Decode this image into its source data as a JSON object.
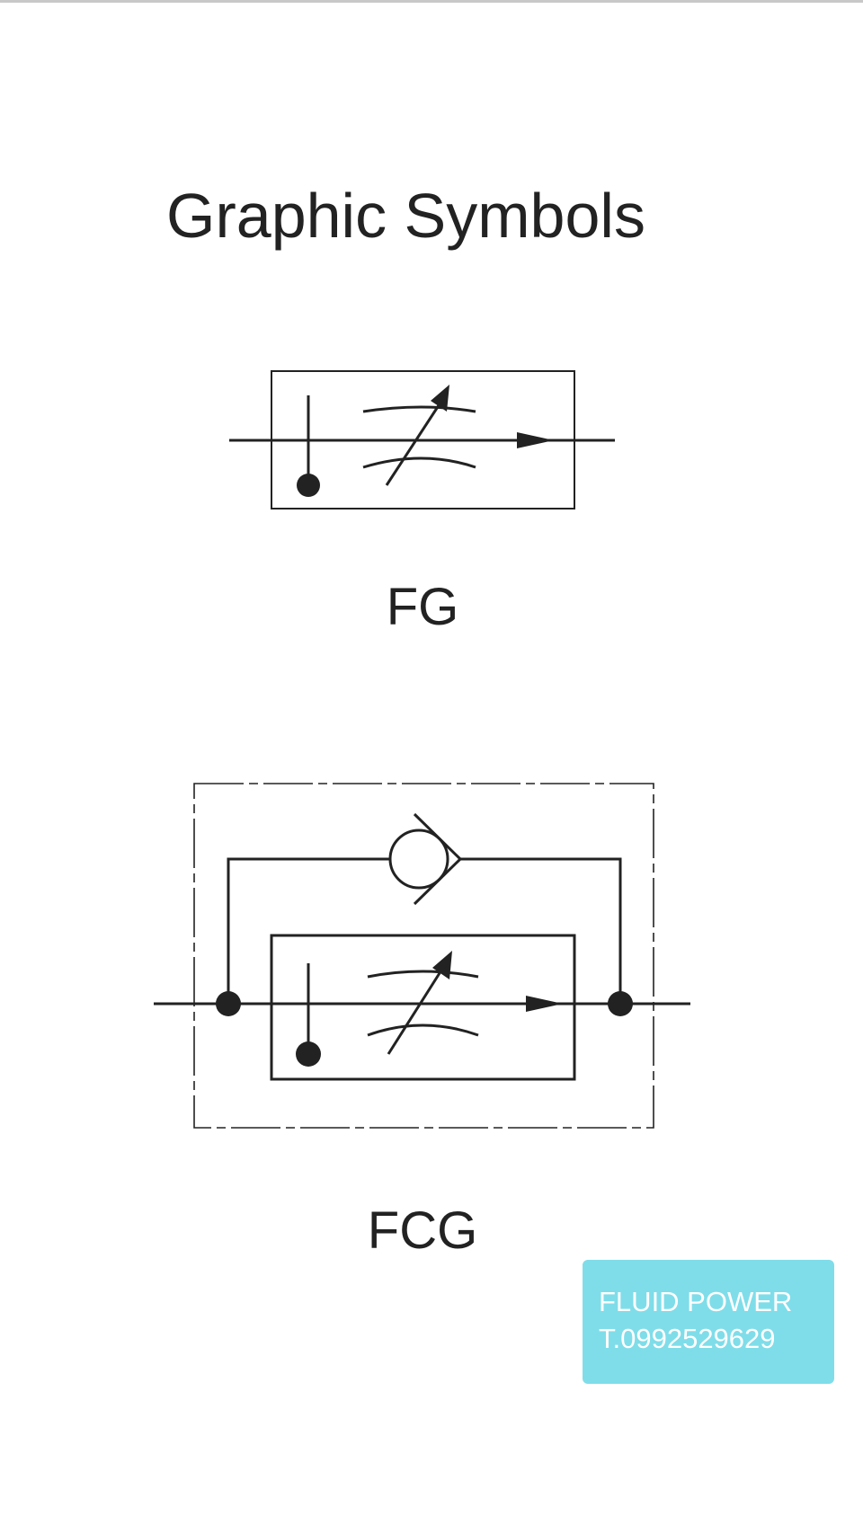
{
  "page": {
    "title": "Graphic Symbols"
  },
  "symbols": [
    {
      "id": "fg",
      "label": "FG",
      "components": [
        "flow-line-icon",
        "adjustable-throttle-icon",
        "check-arrow-icon",
        "pressure-compensator-icon"
      ]
    },
    {
      "id": "fcg",
      "label": "FCG",
      "components": [
        "flow-line-icon",
        "adjustable-throttle-icon",
        "check-arrow-icon",
        "pressure-compensator-icon",
        "check-valve-icon",
        "junction-dot-icon",
        "dashed-enclosure-icon"
      ]
    }
  ],
  "contact": {
    "name": "FLUID POWER",
    "phone": "T.0992529629",
    "background": "#7fdde9",
    "text_color": "#ffffff"
  },
  "colors": {
    "line": "#222222",
    "background": "#ffffff"
  }
}
